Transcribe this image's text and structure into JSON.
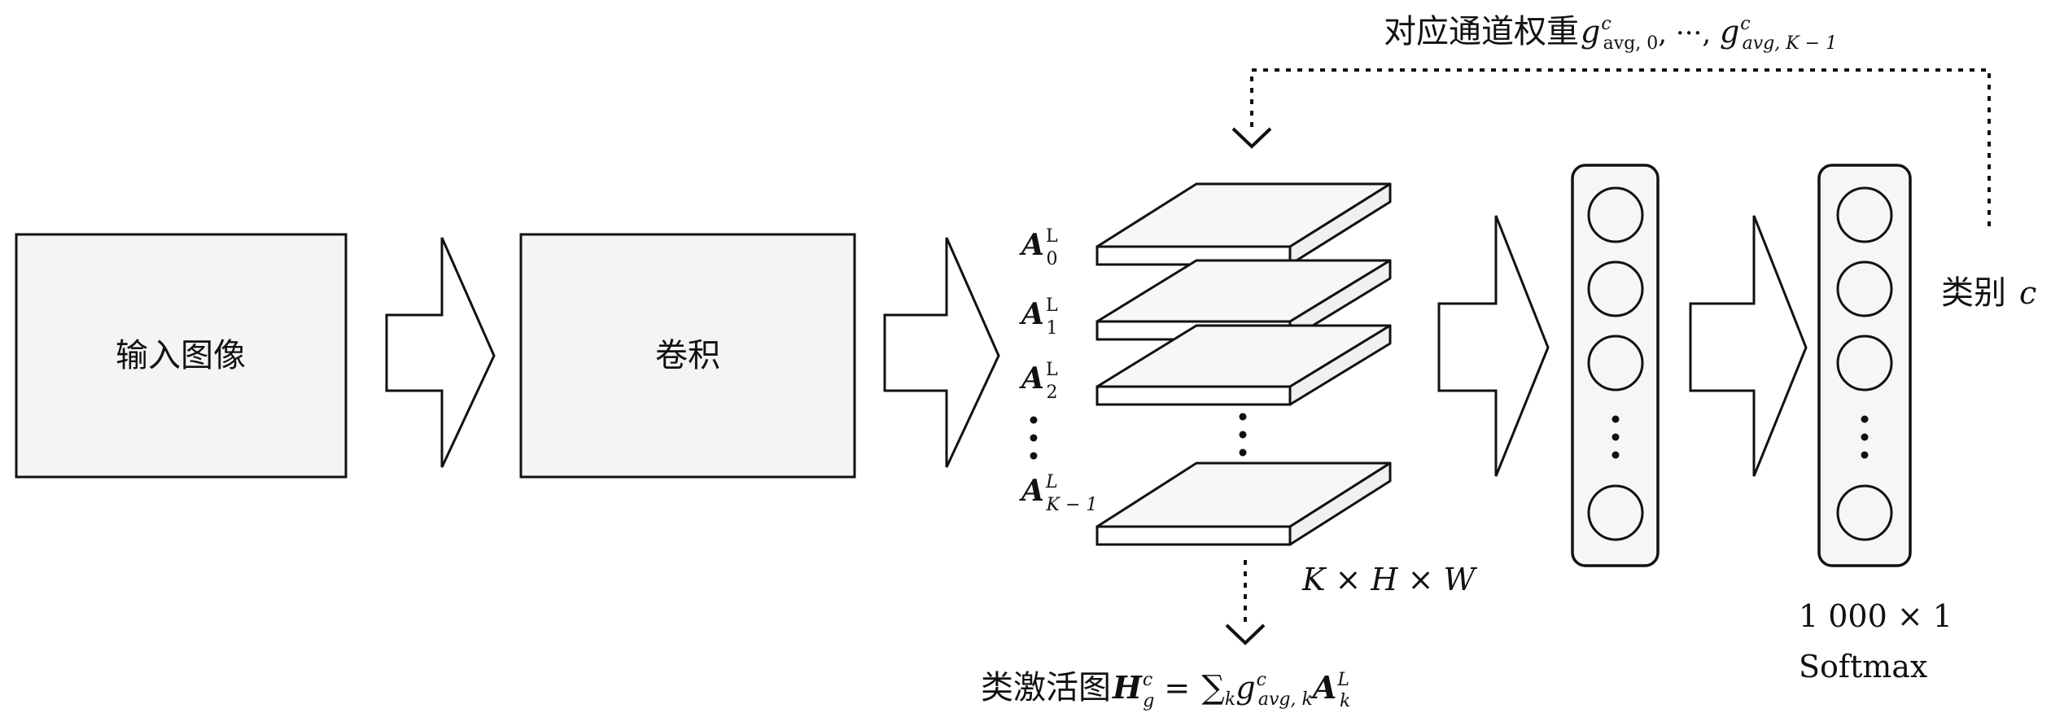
{
  "blocks": {
    "input_label": "输入图像",
    "conv_label": "卷积"
  },
  "feature_maps": {
    "layer": "L",
    "indices": [
      "0",
      "1",
      "2",
      "K − 1"
    ],
    "dims": "K × H × W"
  },
  "feedback": {
    "text": "对应通道权重",
    "weight_superscript": "c",
    "first_subscript": "avg, 0",
    "separator": ", ···, ",
    "last_subscript": "avg, K − 1"
  },
  "class_label": {
    "text": "类别",
    "symbol": "c"
  },
  "cam": {
    "text": "类激活图",
    "formula_lhs": "H",
    "lhs_sub": "g",
    "lhs_sup": "c",
    "equals": " = ",
    "sum": "∑",
    "sum_sub": "k",
    "g_sup": "c",
    "g_sub": "avg, k",
    "a_sub": "k",
    "a_sup": "L"
  },
  "output": {
    "size": "1 000 × 1",
    "activation": "Softmax"
  }
}
